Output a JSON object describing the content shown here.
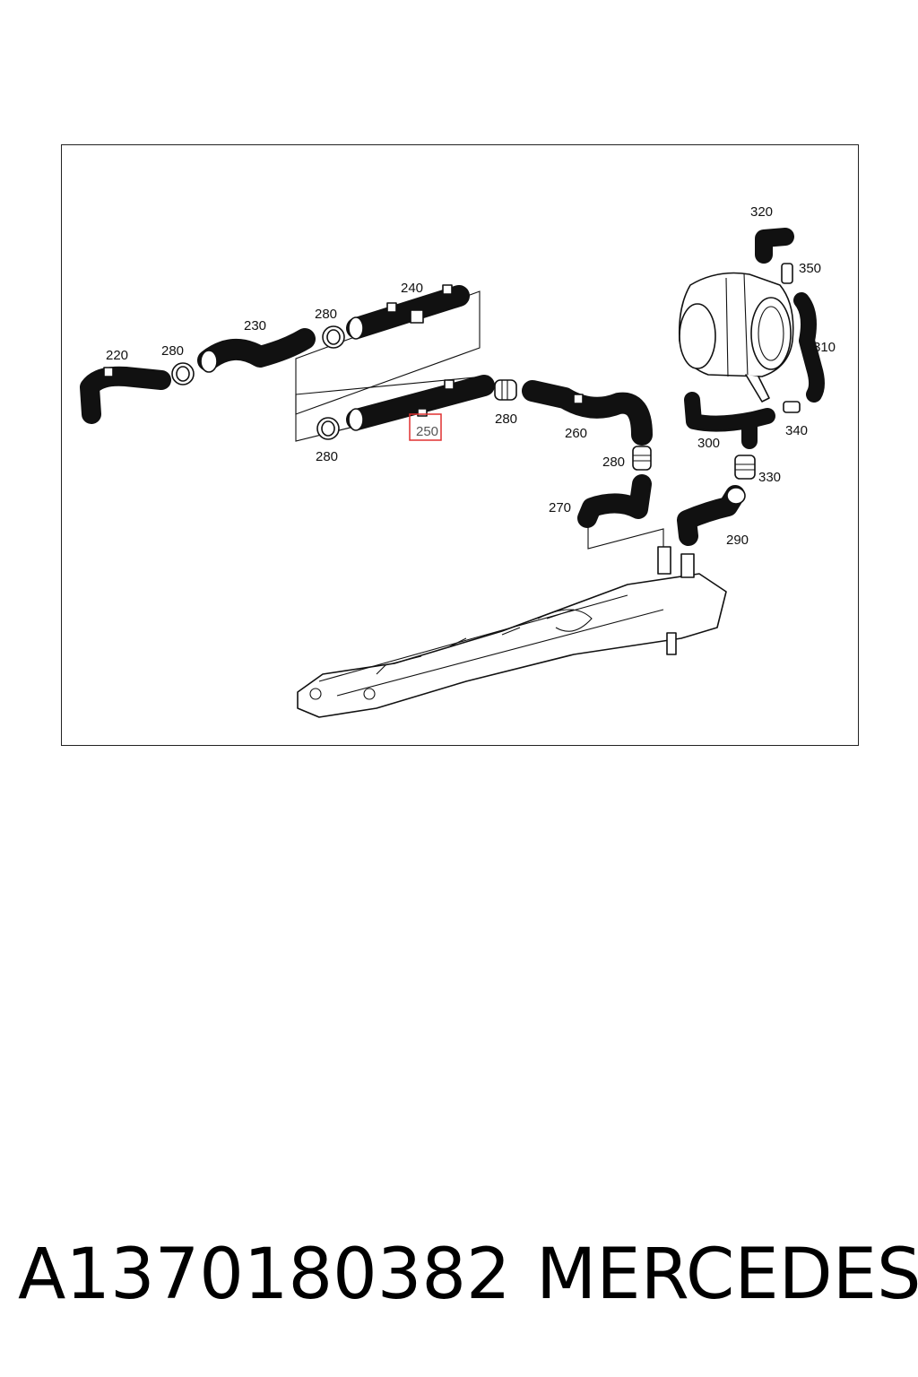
{
  "diagram": {
    "callouts": {
      "c220": "220",
      "c230": "230",
      "c240": "240",
      "c250": "250",
      "c260": "260",
      "c270": "270",
      "c280a": "280",
      "c280b": "280",
      "c280c": "280",
      "c280d": "280",
      "c280e": "280",
      "c290": "290",
      "c300": "300",
      "c310": "310",
      "c320": "320",
      "c330": "330",
      "c340": "340",
      "c350": "350"
    },
    "highlighted_callout": "250",
    "highlight_color": "#e03030"
  },
  "footer": {
    "part_number": "A1370180382",
    "brand": "MERCEDES"
  }
}
